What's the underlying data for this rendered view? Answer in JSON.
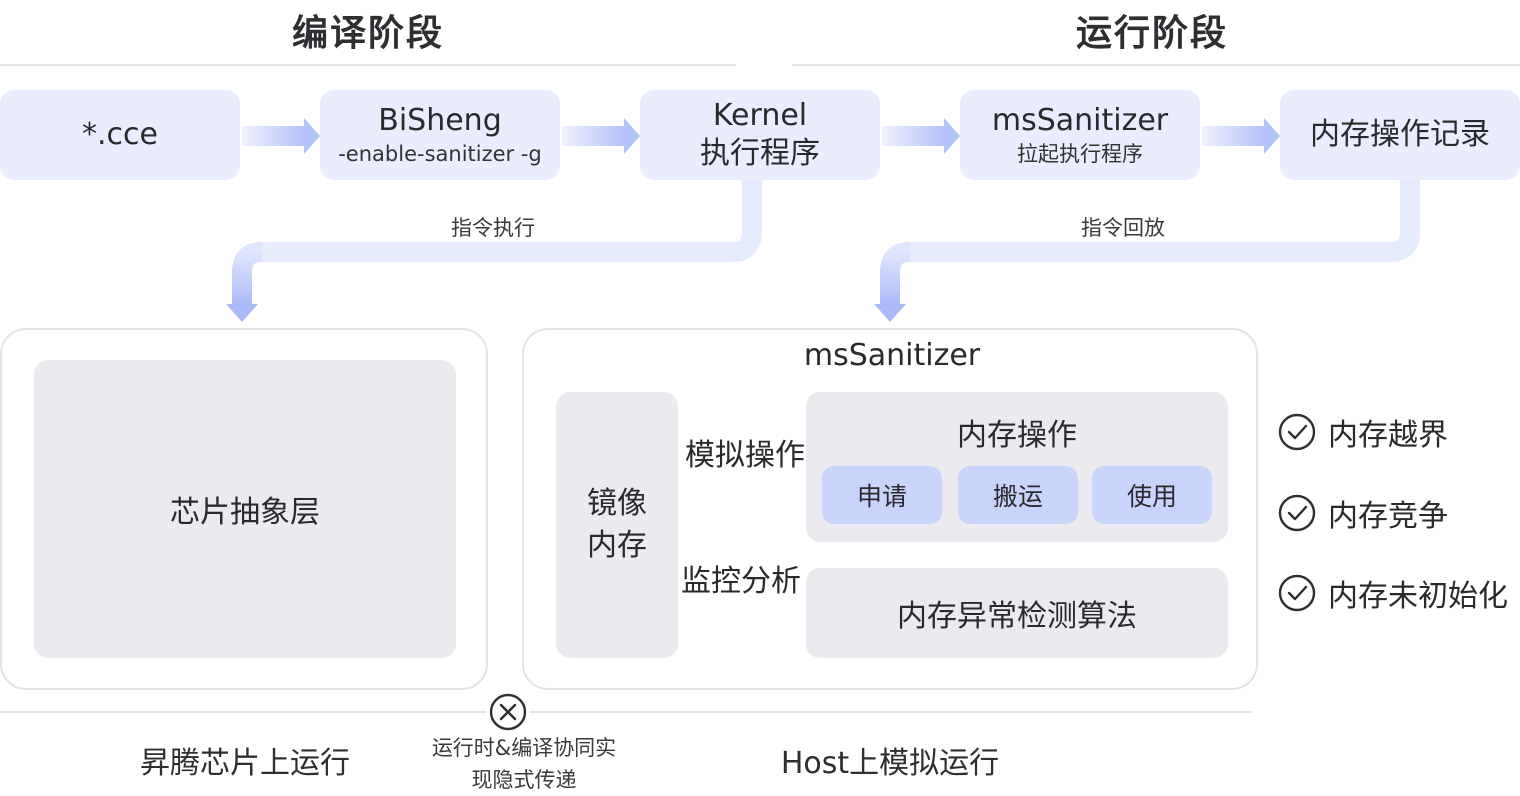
{
  "phases": {
    "compile": "编译阶段",
    "runtime": "运行阶段"
  },
  "pipeline": [
    {
      "line1": "*.cce",
      "line2": ""
    },
    {
      "line1": "BiSheng",
      "line2": "-enable-sanitizer -g"
    },
    {
      "line1": "Kernel",
      "line2": "执行程序"
    },
    {
      "line1": "msSanitizer",
      "line2": "拉起执行程序"
    },
    {
      "line1": "内存操作记录",
      "line2": ""
    }
  ],
  "flows": {
    "exec": "指令执行",
    "replay": "指令回放"
  },
  "chip_panel": {
    "label": "芯片抽象层"
  },
  "sanitizer_panel": {
    "title": "msSanitizer",
    "mirror": "镜像\n内存",
    "simulate": "模拟操作",
    "monitor": "监控分析",
    "mem_ops": {
      "title": "内存操作",
      "items": [
        "申请",
        "搬运",
        "使用"
      ]
    },
    "algo": "内存异常检测算法"
  },
  "checks": [
    "内存越界",
    "内存竞争",
    "内存未初始化"
  ],
  "bottom": {
    "left": "昇腾芯片上运行",
    "middle": "运行时&编译协同实\n现隐式传递",
    "right": "Host上模拟运行"
  },
  "colors": {
    "box": "#e9edfd",
    "chip": "#c9d4fb",
    "arrow": "#b9c7fa",
    "grey": "#ebebef"
  }
}
